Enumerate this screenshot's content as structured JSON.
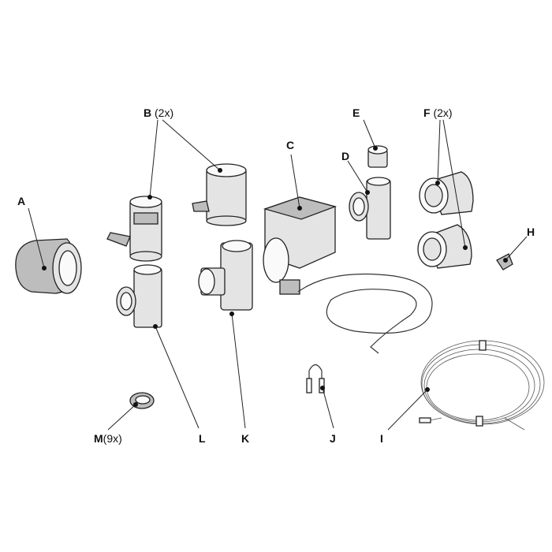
{
  "title": "Parts overview",
  "labels": {
    "A": {
      "letter": "A",
      "qty": ""
    },
    "B": {
      "letter": "B",
      "qty": "(2x)"
    },
    "C": {
      "letter": "C",
      "qty": ""
    },
    "D": {
      "letter": "D",
      "qty": ""
    },
    "E": {
      "letter": "E",
      "qty": ""
    },
    "F": {
      "letter": "F",
      "qty": "(2x)"
    },
    "H": {
      "letter": "H",
      "qty": ""
    },
    "I": {
      "letter": "I",
      "qty": ""
    },
    "J": {
      "letter": "J",
      "qty": ""
    },
    "K": {
      "letter": "K",
      "qty": ""
    },
    "L": {
      "letter": "L",
      "qty": ""
    },
    "M": {
      "letter": "M",
      "qty": "(9x)"
    }
  }
}
